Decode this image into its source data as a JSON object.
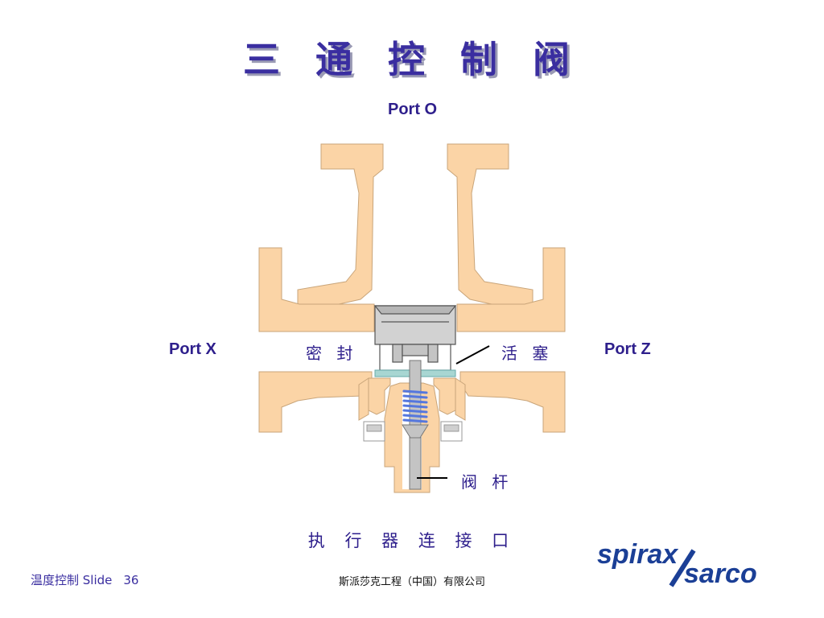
{
  "title": "三 通 控 制 阀",
  "ports": {
    "top": "Port O",
    "left": "Port X",
    "right": "Port Z"
  },
  "labels": {
    "seal": "密 封",
    "piston": "活 塞",
    "stem": "阀 杆",
    "actuator": "执 行 器 连 接 口"
  },
  "footer": {
    "left_text": "温度控制 Slide",
    "slide_number": "36",
    "center_text": "斯派莎克工程（中国）有限公司"
  },
  "logo": {
    "line1": "spirax",
    "line2": "sarco"
  },
  "colors": {
    "body": "#fbd4a6",
    "outline": "#c9a57a",
    "text": "#2e1f8c",
    "spring": "#5577dd",
    "seal": "#a8d6d2",
    "piston": "#c4c4c4",
    "logo": "#1b3f96"
  }
}
